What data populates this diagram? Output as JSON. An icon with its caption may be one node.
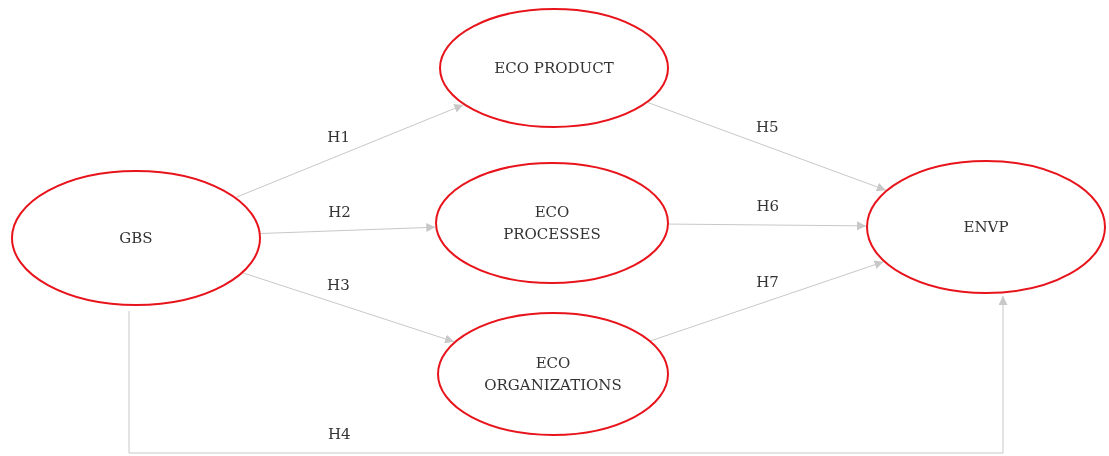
{
  "diagram": {
    "nodes": [
      {
        "text": [
          "GBS"
        ]
      },
      {
        "text": [
          "ECO PRODUCT"
        ]
      },
      {
        "text": [
          "ECO PROCESSES"
        ]
      },
      {
        "text": [
          "ECO ORGANIZATIONS"
        ]
      },
      {
        "text": [
          "ENVP"
        ]
      }
    ],
    "edges": [
      {
        "from": 0,
        "to": 1,
        "arrow": "to",
        "label": "H1"
      },
      {
        "from": 0,
        "to": 2,
        "arrow": "to",
        "label": "H2"
      },
      {
        "from": 0,
        "to": 3,
        "arrow": "to",
        "label": "H3"
      },
      {
        "from": 0,
        "to": 4,
        "arrow": "to",
        "label": "H4"
      },
      {
        "from": 1,
        "to": 4,
        "arrow": "to",
        "label": "H5"
      },
      {
        "from": 2,
        "to": 4,
        "arrow": "to",
        "label": "H6"
      },
      {
        "from": 3,
        "to": 4,
        "arrow": "to",
        "label": "H7"
      }
    ]
  }
}
